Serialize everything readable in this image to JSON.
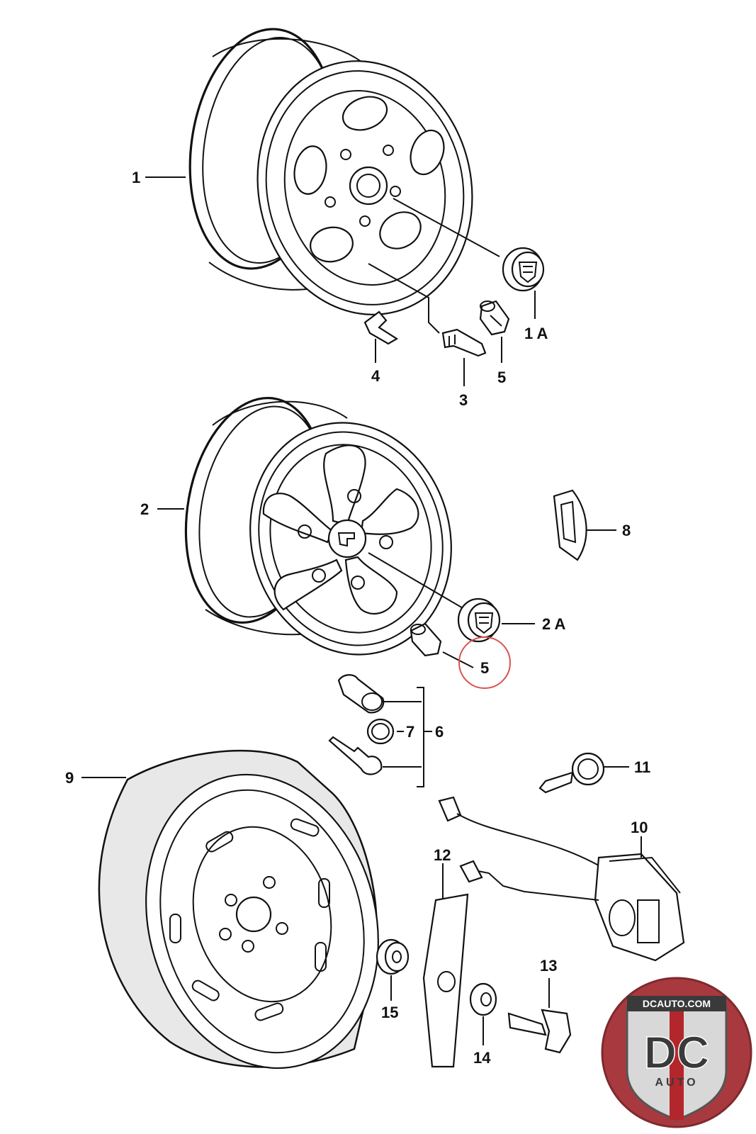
{
  "callouts": {
    "c1": "1",
    "c1a": "1 A",
    "c2": "2",
    "c2a": "2 A",
    "c3": "3",
    "c4": "4",
    "c5_top": "5",
    "c5_mid": "5",
    "c6": "6",
    "c7": "7",
    "c8": "8",
    "c9": "9",
    "c10": "10",
    "c11": "11",
    "c12": "12",
    "c13": "13",
    "c14": "14",
    "c15": "15"
  },
  "logo": {
    "site": "DCAUTO.COM",
    "letters": "DC",
    "word": "AUTO"
  },
  "highlight": {
    "color": "#d9534f",
    "target_callout": "5"
  },
  "colors": {
    "ink": "#111111",
    "logo_red": "#b3262c",
    "logo_dark": "#3a3a3a",
    "logo_silver": "#c9c9c9"
  }
}
